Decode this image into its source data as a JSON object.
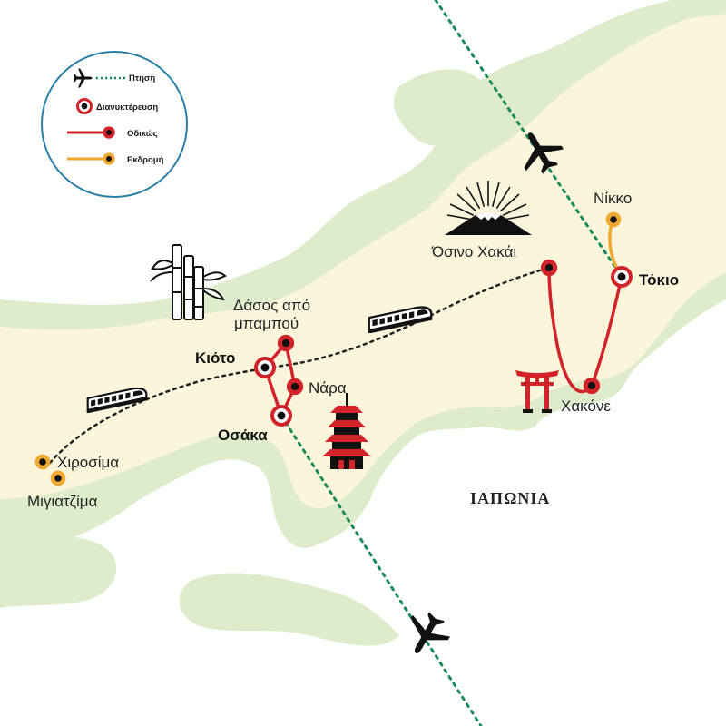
{
  "legend": {
    "items": [
      {
        "key": "flight",
        "label": "Πτήση",
        "color": "#1a8a5a"
      },
      {
        "key": "overnight",
        "label": "Διανυκτέρευση",
        "color": "#d3232a"
      },
      {
        "key": "road",
        "label": "Οδικώς",
        "color": "#d3232a"
      },
      {
        "key": "excursion",
        "label": "Εκδρομή",
        "color": "#f0a830"
      }
    ]
  },
  "country_label": "ΙΑΠΩΝΙΑ",
  "places": {
    "tokyo": "Τόκιο",
    "nikko": "Νίκκο",
    "hakone": "Χακόνε",
    "oshino_hakkai": "Όσινο Χακάι",
    "kyoto": "Κιότο",
    "bamboo_forest_line1": "Δάσος από",
    "bamboo_forest_line2": "μπαμπού",
    "nara": "Νάρα",
    "osaka": "Οσάκα",
    "hiroshima": "Χιροσίμα",
    "miyajima": "Μιγιατζίμα"
  },
  "icons": [
    "airplane-icon",
    "bamboo-icon",
    "train-icon",
    "mount-fuji-icon",
    "torii-gate-icon",
    "pagoda-icon"
  ],
  "colors": {
    "sea": "#ffffff",
    "land_light": "#dfeccb",
    "land_inner": "#fbf5dc",
    "flight": "#1a8a5a",
    "road": "#d3232a",
    "excursion": "#f0a830",
    "train": "#222222"
  }
}
